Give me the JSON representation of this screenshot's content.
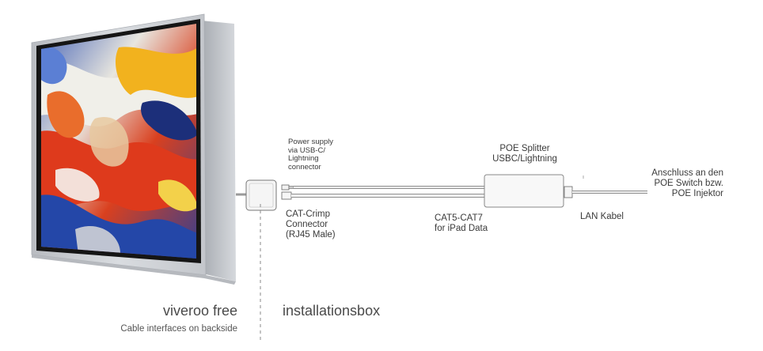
{
  "labels": {
    "power_supply": [
      "Power supply",
      "via USB-C/",
      "Lightning",
      "connector"
    ],
    "poe_splitter": [
      "POE Splitter",
      "USBC/Lightning"
    ],
    "anschluss": [
      "Anschluss an den",
      "POE Switch bzw.",
      "POE Injektor"
    ],
    "cat_crimp": [
      "CAT-Crimp",
      "Connector",
      "(RJ45 Male)"
    ],
    "cat5_cat7": [
      "CAT5-CAT7",
      "for iPad Data"
    ],
    "lan_kabel": "LAN Kabel",
    "device_name": "viveroo free",
    "device_sub": "Cable interfaces on backside",
    "box_name": "installationsbox"
  },
  "colors": {
    "frame": "#c9ccd1",
    "frame_dark": "#9fa3a9",
    "screen_bezel": "#141414",
    "cable": "#d8d8d8",
    "cable_outline": "#9a9a9a",
    "splitter": "#f7f7f7",
    "text": "#3a3a3a"
  }
}
